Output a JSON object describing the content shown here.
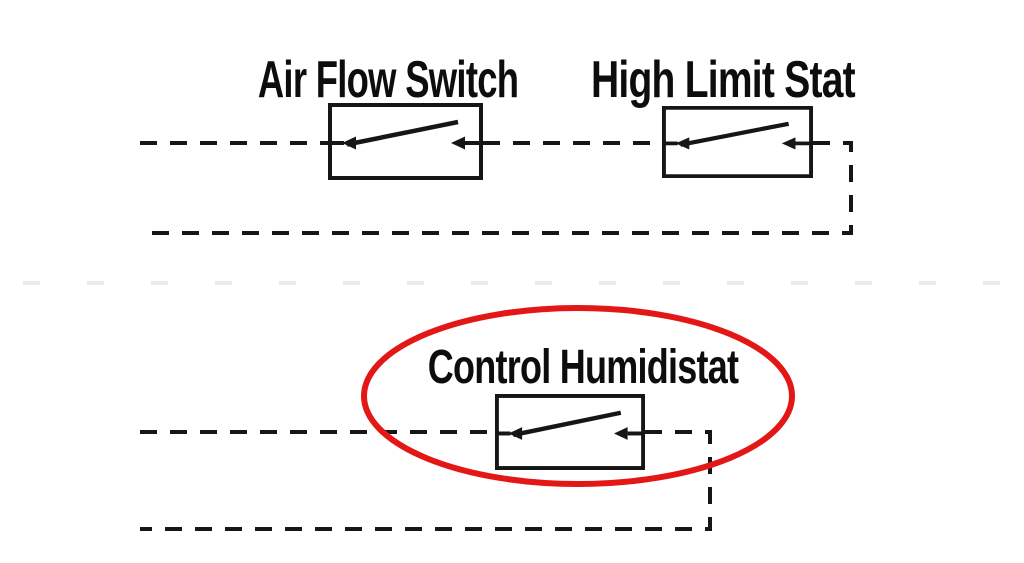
{
  "diagram": {
    "switches": [
      {
        "label": "Air Flow Switch",
        "highlighted": false
      },
      {
        "label": "High Limit Stat",
        "highlighted": false
      },
      {
        "label": "Control Humidistat",
        "highlighted": true
      }
    ],
    "annotation": {
      "shape": "red-ellipse",
      "target": "Control Humidistat"
    },
    "colors": {
      "background": "#ffffff",
      "line": "#161616",
      "text": "#0d0d0d",
      "highlight": "#e41717"
    }
  }
}
